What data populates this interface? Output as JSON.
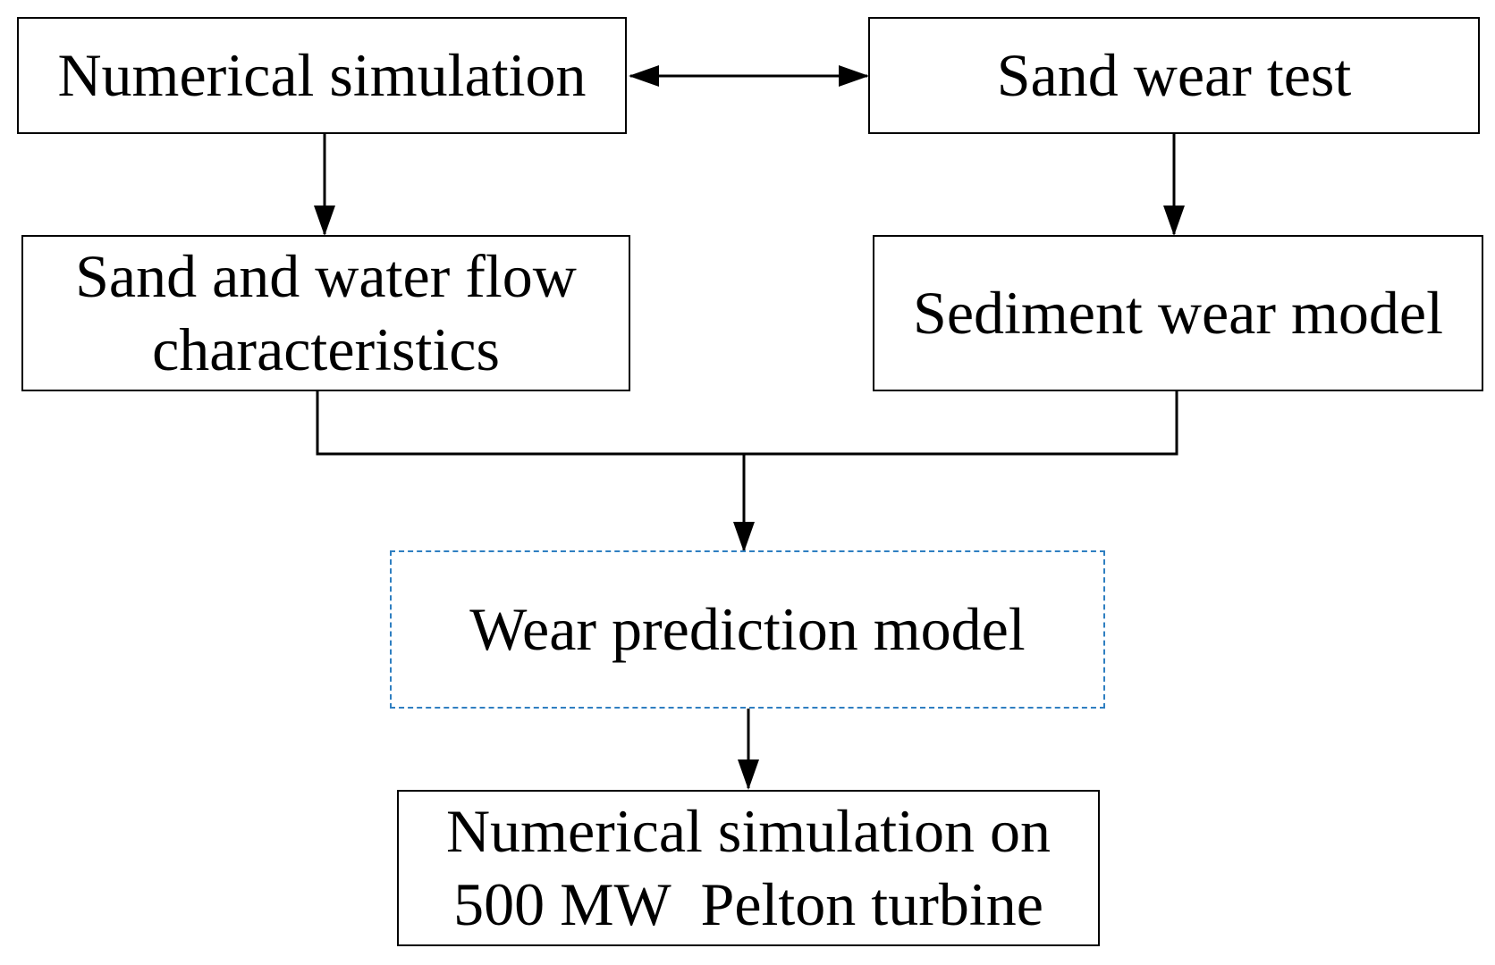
{
  "colors": {
    "line": "#000000",
    "dashed_border": "#2f7fc1"
  },
  "nodes": {
    "numerical_simulation": {
      "text": "Numerical simulation"
    },
    "sand_wear_test": {
      "text": "Sand wear test"
    },
    "sand_water_flow": {
      "lines": [
        "Sand and water flow",
        "characteristics"
      ]
    },
    "sediment_wear_model": {
      "text": "Sediment wear model"
    },
    "wear_prediction_model": {
      "text": "Wear prediction model"
    },
    "pelton_simulation": {
      "lines": [
        "Numerical simulation on",
        "500 MW  Pelton turbine"
      ]
    }
  }
}
